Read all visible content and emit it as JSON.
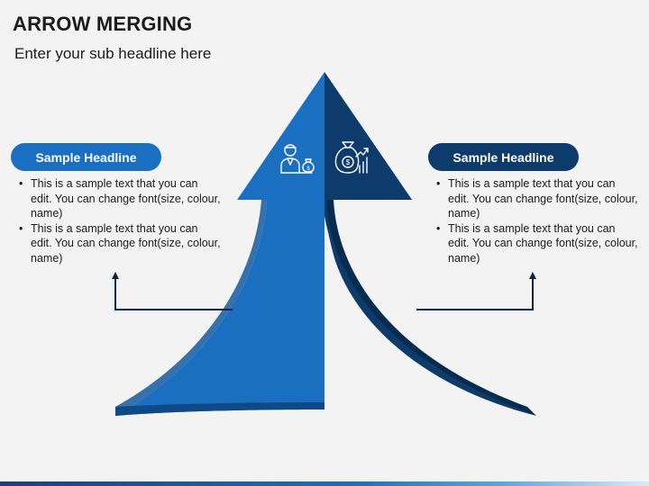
{
  "slide": {
    "title": "ARROW MERGING",
    "subtitle": "Enter your sub headline here"
  },
  "left_panel": {
    "headline": "Sample Headline",
    "bullets": [
      "This is a sample text that you can edit. You can change font(size, colour, name)",
      "This is a sample text that you can edit. You can change font(size, colour, name)"
    ],
    "icon": "businessman-money-icon",
    "color": "#1a6fc1"
  },
  "right_panel": {
    "headline": "Sample Headline",
    "bullets": [
      "This is a sample text that you can edit. You can change font(size, colour, name)",
      "This is a sample text that you can edit. You can change font(size, colour, name)"
    ],
    "icon": "money-bag-growth-icon",
    "color": "#0d3b6b"
  }
}
